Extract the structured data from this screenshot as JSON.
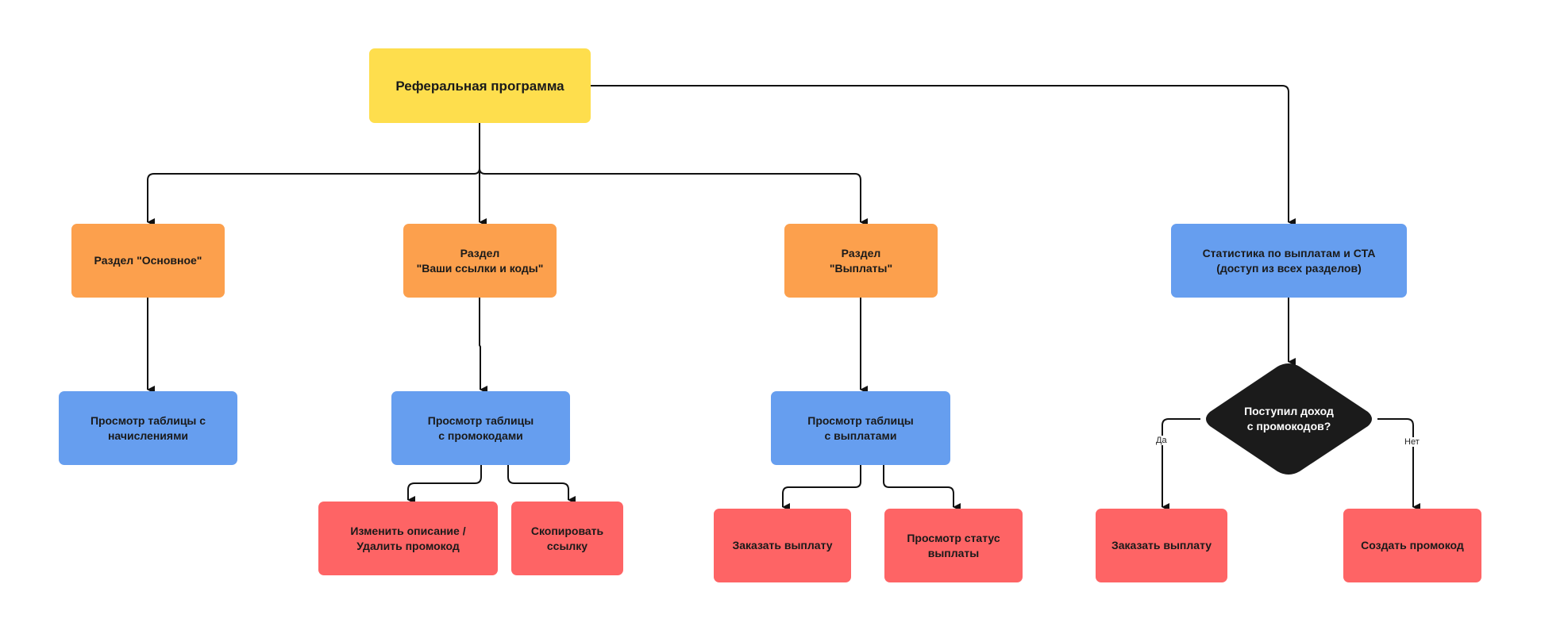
{
  "colors": {
    "root": "#FEDE4D",
    "section": "#FCA04D",
    "view": "#669EEF",
    "action": "#FE6465",
    "decision": "#1B1B1B",
    "line": "#111111"
  },
  "nodes": {
    "root": "Реферальная программа",
    "section_main": "Раздел \"Основное\"",
    "section_links": "Раздел\n\"Ваши ссылки и коды\"",
    "section_payouts": "Раздел\n\"Выплаты\"",
    "stats": "Статистика по выплатам и CTA\n(доступ из всех разделов)",
    "view_accruals": "Просмотр таблицы с\nначислениями",
    "view_promocodes": "Просмотр таблицы\nс промокодами",
    "view_payouts": "Просмотр таблицы\nс выплатами",
    "edit_promocode": "Изменить описание /\nУдалить промокод",
    "copy_link": "Скопировать\nссылку",
    "order_payout_1": "Заказать выплату",
    "payout_status": "Просмотр статус\nвыплаты",
    "decision": "Поступил доход\nс промокодов?",
    "order_payout_2": "Заказать выплату",
    "create_promocode": "Создать промокод"
  },
  "edge_labels": {
    "yes": "Да",
    "no": "Нет"
  }
}
